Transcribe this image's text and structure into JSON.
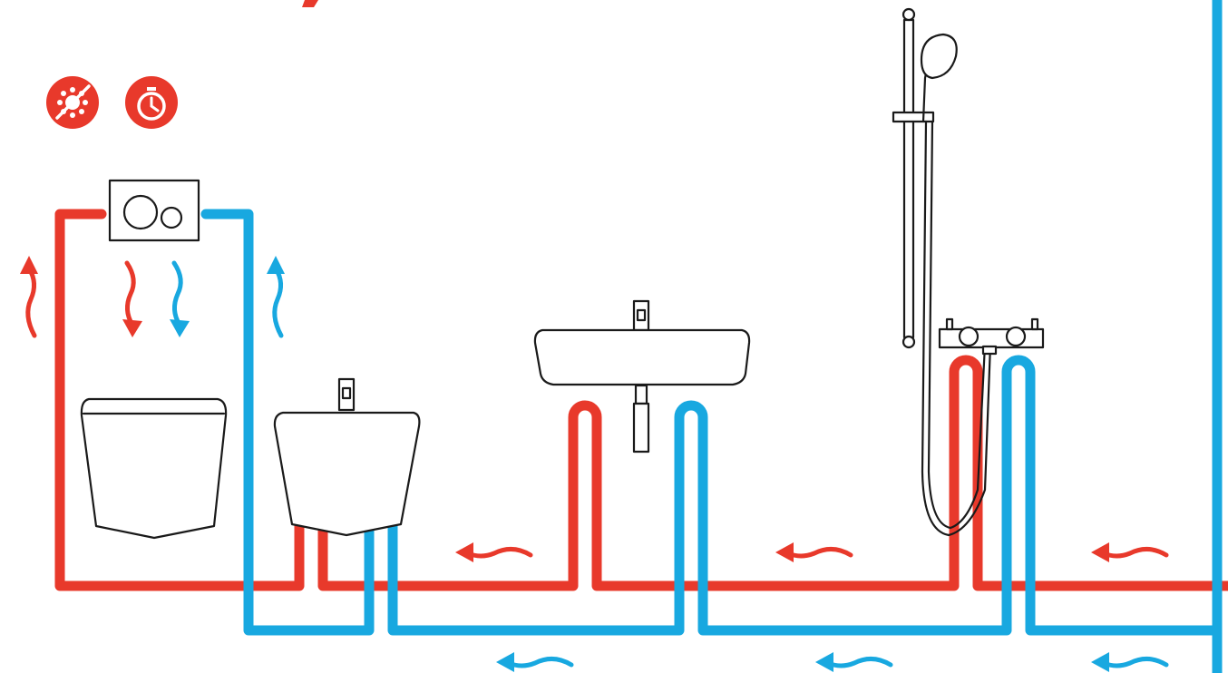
{
  "colors": {
    "hot": "#e8392b",
    "cold": "#18a8e0",
    "outline": "#1a1a1a",
    "background": "#ffffff"
  },
  "badges": [
    {
      "icon": "anti-bacterial-icon"
    },
    {
      "icon": "stopwatch-icon"
    }
  ],
  "fixtures": [
    {
      "name": "flush-plate",
      "icon": "dual-flush-button-icon"
    },
    {
      "name": "wall-hung-toilet",
      "icon": "toilet-icon"
    },
    {
      "name": "bidet",
      "icon": "bidet-icon"
    },
    {
      "name": "washbasin",
      "icon": "washbasin-icon"
    },
    {
      "name": "shower",
      "icon": "shower-icon"
    }
  ],
  "flow": {
    "hot_line": "hot-water-circulation",
    "cold_line": "cold-water-circulation",
    "direction": "right-to-left"
  }
}
